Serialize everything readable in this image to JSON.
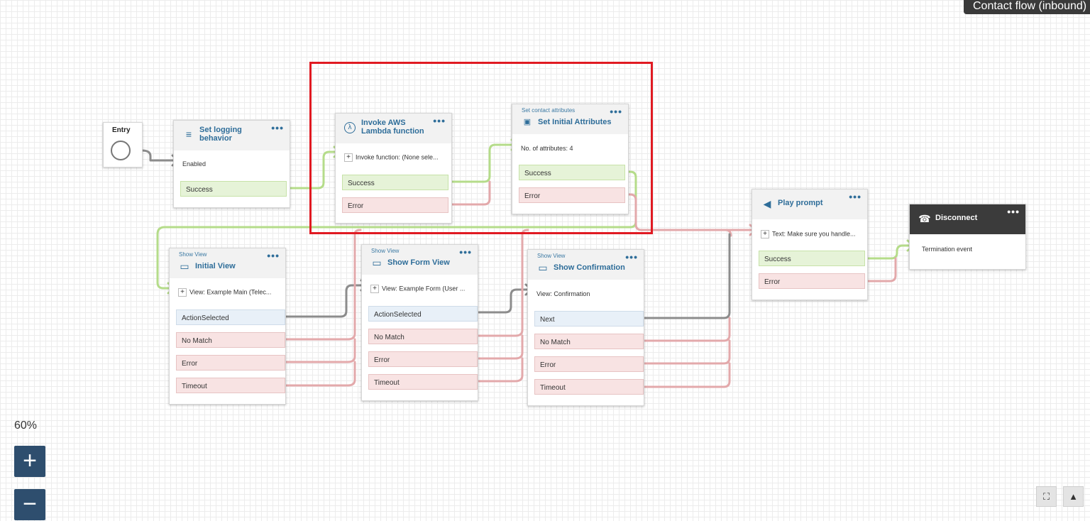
{
  "header": {
    "flow_type_label": "Contact flow (inbound)"
  },
  "entry": {
    "label": "Entry"
  },
  "blocks": {
    "logging": {
      "title": "Set logging behavior",
      "icon": "gear-list-icon",
      "param": "Enabled",
      "branches": [
        "Success"
      ]
    },
    "lambda": {
      "title": "Invoke AWS Lambda function",
      "icon": "lambda-icon",
      "param": "Invoke function: (None sele...",
      "branches": [
        "Success",
        "Error"
      ]
    },
    "attributes": {
      "type_label": "Set contact attributes",
      "title": "Set Initial Attributes",
      "icon": "contact-card-icon",
      "param": "No. of attributes: 4",
      "branches": [
        "Success",
        "Error"
      ]
    },
    "initial_view": {
      "type_label": "Show View",
      "title": "Initial View",
      "icon": "monitor-edit-icon",
      "param": "View: Example Main (Telec...",
      "branches": [
        "ActionSelected",
        "No Match",
        "Error",
        "Timeout"
      ]
    },
    "form_view": {
      "type_label": "Show View",
      "title": "Show Form View",
      "icon": "monitor-edit-icon",
      "param": "View: Example Form (User ...",
      "branches": [
        "ActionSelected",
        "No Match",
        "Error",
        "Timeout"
      ]
    },
    "confirmation": {
      "type_label": "Show View",
      "title": "Show Confirmation",
      "icon": "monitor-edit-icon",
      "param": "View: Confirmation",
      "branches": [
        "Next",
        "No Match",
        "Error",
        "Timeout"
      ]
    },
    "play_prompt": {
      "title": "Play prompt",
      "icon": "speaker-icon",
      "param": "Text: Make sure you handle...",
      "branches": [
        "Success",
        "Error"
      ]
    },
    "disconnect": {
      "title": "Disconnect",
      "icon": "hang-up-icon",
      "param": "Termination event"
    }
  },
  "menu_glyph": "•••",
  "plus_glyph": "+",
  "zoom": {
    "level": "60%",
    "in_label": "+",
    "out_label": "−"
  },
  "colors": {
    "success": "#b5dc8a",
    "error": "#e3a9ab",
    "neutral": "#8c8c8c",
    "accent": "#2e6d99",
    "highlight": "#e01a22"
  }
}
